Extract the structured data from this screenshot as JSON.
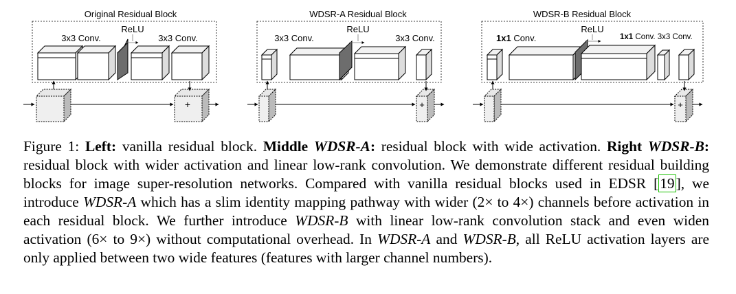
{
  "figure": {
    "panels": [
      {
        "title": "Original Residual Block",
        "labels": [
          "3x3 Conv.",
          "ReLU",
          "3x3 Conv."
        ],
        "plus": "+"
      },
      {
        "title": "WDSR-A Residual Block",
        "labels": [
          "3x3 Conv.",
          "ReLU",
          "3x3 Conv."
        ],
        "plus": "+"
      },
      {
        "title": "WDSR-B Residual Block",
        "labels": [
          "1x1",
          " Conv.",
          "ReLU",
          "1x1",
          " Conv.",
          " 3x3 Conv."
        ],
        "plus": "+"
      }
    ]
  },
  "caption": {
    "figure_label": "Figure 1: ",
    "left_label": "Left:",
    "left_text": " vanilla residual block. ",
    "middle_label": "Middle ",
    "middle_name": "WDSR-A",
    "middle_colon": ":",
    "middle_text": " residual block with wide activation. ",
    "right_label": "Right",
    "right_name": "WDSR-B",
    "right_colon": ":",
    "right_text": " residual block with wider activation and linear low-rank convolution. We demonstrate different residual building blocks for image super-resolution networks. Compared with vanilla residual blocks used in EDSR ",
    "cite_open": "[",
    "cite": "19",
    "cite_close": "]",
    "text_2": ", we introduce ",
    "name_a": "WDSR-A",
    "text_3": " which has a slim identity mapping pathway with wider (2× to 4×) channels before activation in each residual block. We further introduce ",
    "name_b": "WDSR-B",
    "text_4": " with linear low-rank convolution stack and even widen activation (6× to 9×) without computational overhead. In ",
    "name_a2": "WDSR-A",
    "text_5": " and ",
    "name_b2": "WDSR-B",
    "text_6": ", all ReLU activation layers are only applied between two wide features (features with larger channel numbers)."
  }
}
